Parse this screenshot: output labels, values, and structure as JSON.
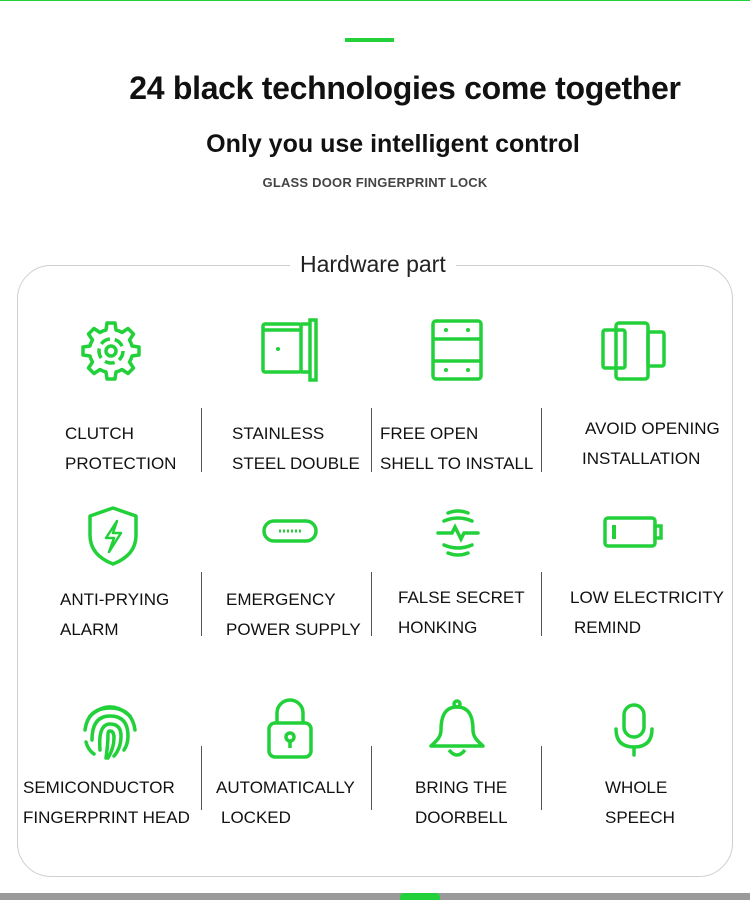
{
  "colors": {
    "accent": "#22d13a",
    "text": "#111111",
    "panel_border": "#cfcfcf"
  },
  "header": {
    "title": "24 black technologies come together",
    "subtitle": "Only you use intelligent control",
    "small_subtitle": "GLASS DOOR FINGERPRINT LOCK"
  },
  "panel": {
    "title": "Hardware part"
  },
  "features": [
    {
      "icon": "gear-icon",
      "lines": [
        "CLUTCH",
        "PROTECTION"
      ]
    },
    {
      "icon": "steel-plate-icon",
      "lines": [
        "STAINLESS",
        "STEEL DOUBLE"
      ]
    },
    {
      "icon": "lock-shell-icon",
      "lines": [
        "FREE OPEN",
        "SHELL TO INSTALL"
      ]
    },
    {
      "icon": "double-panel-icon",
      "lines": [
        "AVOID OPENING",
        "INSTALLATION"
      ]
    },
    {
      "icon": "shield-bolt-icon",
      "lines": [
        "ANTI-PRYING",
        "ALARM"
      ]
    },
    {
      "icon": "usb-port-icon",
      "lines": [
        "EMERGENCY",
        "POWER SUPPLY"
      ]
    },
    {
      "icon": "sound-wave-icon",
      "lines": [
        "FALSE SECRET",
        "HONKING"
      ]
    },
    {
      "icon": "low-battery-icon",
      "lines": [
        "LOW ELECTRICITY",
        "REMIND"
      ]
    },
    {
      "icon": "fingerprint-icon",
      "lines": [
        "SEMICONDUCTOR",
        "FINGERPRINT HEAD"
      ]
    },
    {
      "icon": "padlock-icon",
      "lines": [
        "AUTOMATICALLY",
        "LOCKED"
      ]
    },
    {
      "icon": "bell-icon",
      "lines": [
        "BRING THE",
        "DOORBELL"
      ]
    },
    {
      "icon": "microphone-icon",
      "lines": [
        "WHOLE",
        "SPEECH"
      ]
    }
  ]
}
